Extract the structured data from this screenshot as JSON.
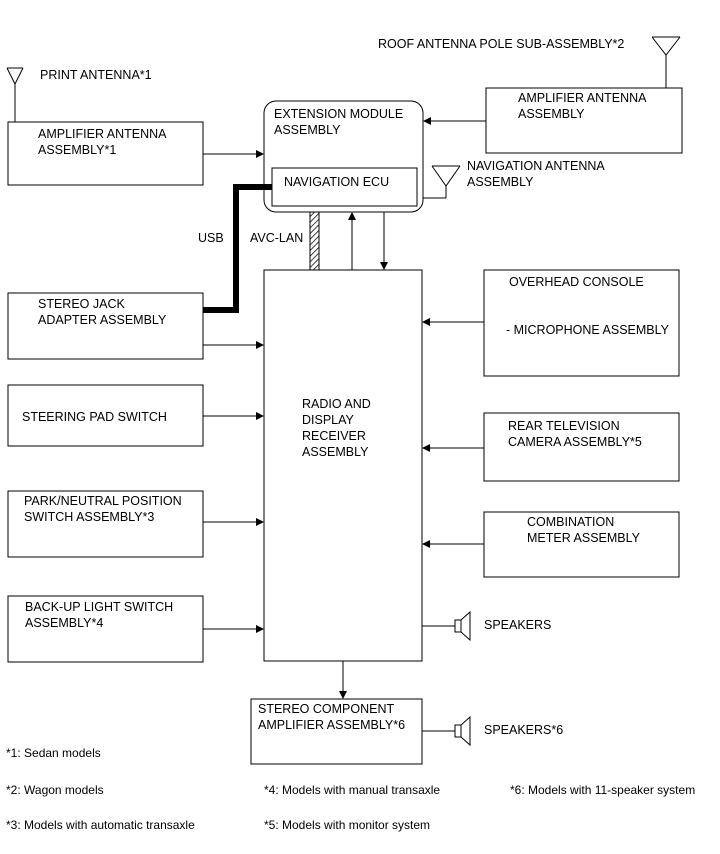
{
  "labels": {
    "print_antenna": "PRINT ANTENNA*1",
    "roof_antenna": "ROOF ANTENNA POLE SUB-ASSEMBLY*2",
    "amp_antenna_left": "AMPLIFIER ANTENNA\nASSEMBLY*1",
    "amp_antenna_right": "AMPLIFIER ANTENNA\nASSEMBLY",
    "extension_module": "EXTENSION MODULE\nASSEMBLY",
    "navigation_ecu": "NAVIGATION ECU",
    "navigation_antenna": "NAVIGATION ANTENNA\nASSEMBLY",
    "usb": "USB",
    "avc_lan": "AVC-LAN",
    "stereo_jack": "STEREO JACK\nADAPTER ASSEMBLY",
    "steering_pad": "STEERING PAD SWITCH",
    "park_neutral": "PARK/NEUTRAL POSITION\nSWITCH ASSEMBLY*3",
    "backup_light": "BACK-UP LIGHT SWITCH\nASSEMBLY*4",
    "radio_receiver": "RADIO AND\nDISPLAY\nRECEIVER\nASSEMBLY",
    "overhead_console": "OVERHEAD CONSOLE",
    "microphone": "- MICROPHONE ASSEMBLY",
    "rear_camera": "REAR TELEVISION\nCAMERA ASSEMBLY*5",
    "combination_meter": "COMBINATION\nMETER ASSEMBLY",
    "speakers": "SPEAKERS",
    "stereo_amp": "STEREO COMPONENT\nAMPLIFIER ASSEMBLY*6",
    "speakers_6": "SPEAKERS*6"
  },
  "notes": {
    "n1": "*1: Sedan models",
    "n2": "*2: Wagon models",
    "n3": "*3: Models with automatic transaxle",
    "n4": "*4: Models with manual transaxle",
    "n5": "*5: Models with monitor system",
    "n6": "*6: Models with 11-speaker system"
  }
}
